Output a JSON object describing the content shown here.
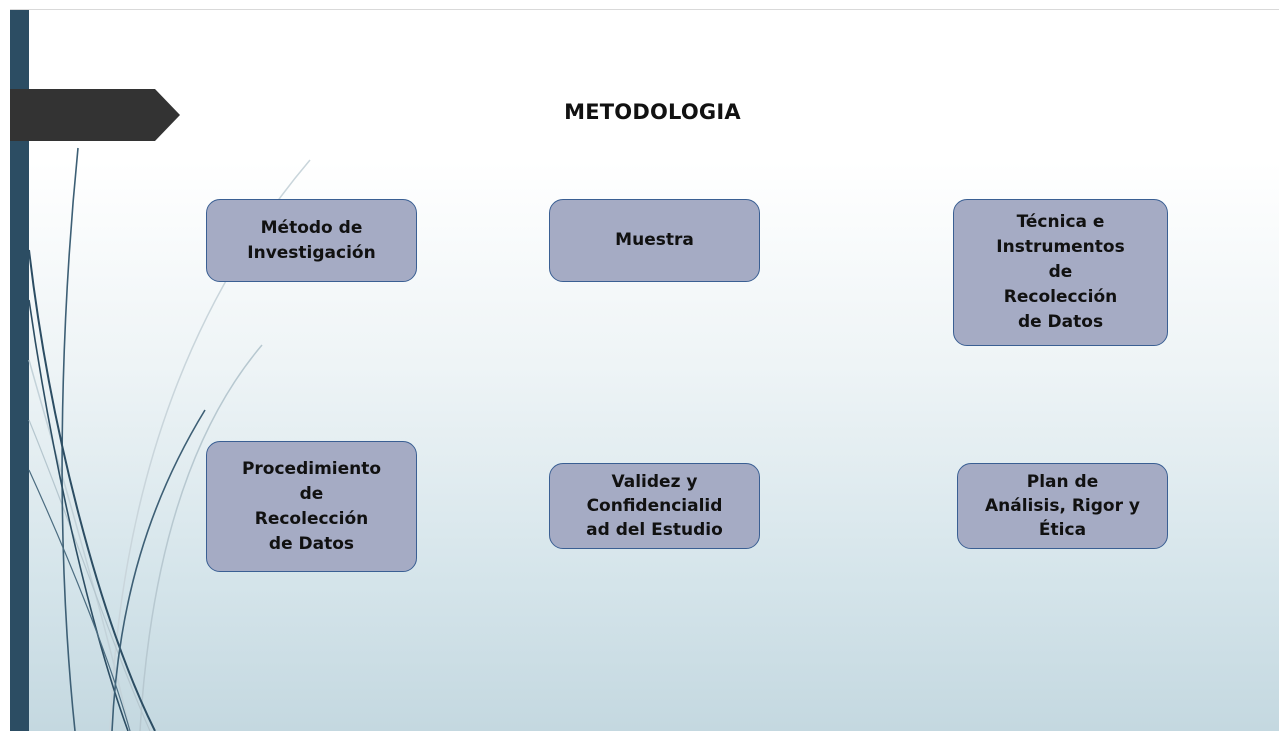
{
  "slide": {
    "title": "METODOLOGIA"
  },
  "boxes": [
    {
      "id": "metodo",
      "lines": [
        "Método de",
        "Investigación"
      ]
    },
    {
      "id": "muestra",
      "lines": [
        "Muestra"
      ]
    },
    {
      "id": "tecnica",
      "lines": [
        "Técnica e",
        "Instrumentos",
        "de",
        "Recolección",
        "de Datos"
      ]
    },
    {
      "id": "proced",
      "lines": [
        "Procedimiento",
        "de",
        "Recolección",
        "de Datos"
      ]
    },
    {
      "id": "validez",
      "lines": [
        "Validez y",
        "Confidencialid",
        "ad del Estudio"
      ]
    },
    {
      "id": "plan",
      "lines": [
        "Plan de",
        "Análisis, Rigor y",
        "Ética"
      ]
    }
  ],
  "colors": {
    "box_fill": "#a5abc4",
    "box_border": "#3a5f93",
    "left_bar": "#2c4d63",
    "title_tab": "#333333",
    "decor_curve_dark": "#2c4d63",
    "decor_curve_light": "#a9bcc6"
  }
}
